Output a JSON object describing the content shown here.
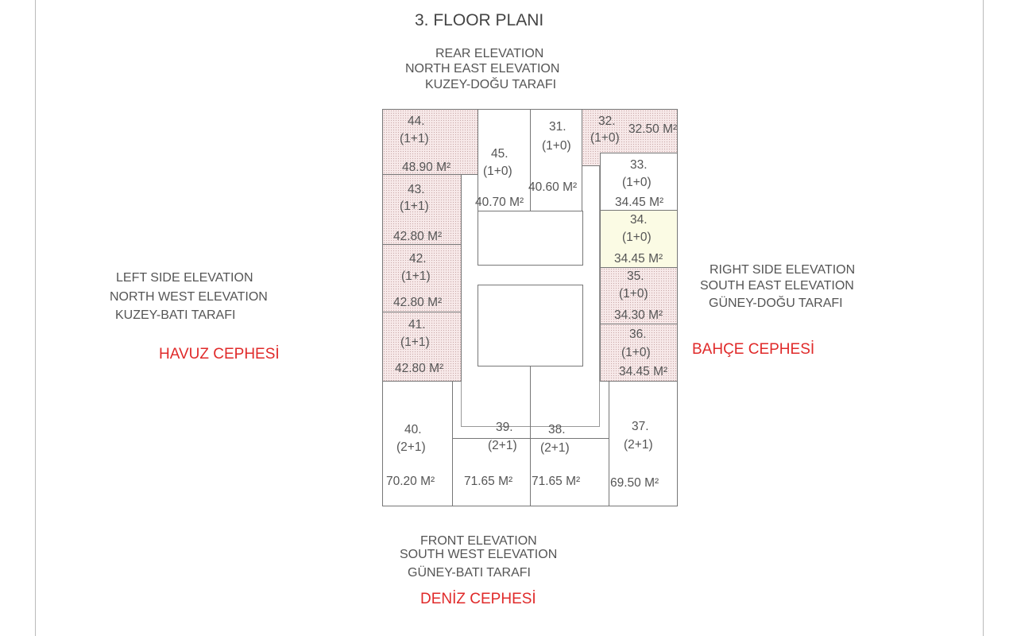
{
  "title": "3. FLOOR PLANI",
  "top": [
    "REAR ELEVATION",
    "NORTH EAST ELEVATION",
    "KUZEY-DOĞU TARAFI"
  ],
  "left": [
    "LEFT SIDE ELEVATION",
    "NORTH WEST ELEVATION",
    "KUZEY-BATI TARAFI"
  ],
  "left_red": "HAVUZ CEPHESİ",
  "right": [
    "RIGHT SIDE ELEVATION",
    "SOUTH EAST ELEVATION",
    "GÜNEY-DOĞU TARAFI"
  ],
  "right_red": "BAHÇE CEPHESİ",
  "bottom": [
    "FRONT ELEVATION",
    "SOUTH WEST ELEVATION",
    "GÜNEY-BATI TARAFI"
  ],
  "bottom_red": "DENİZ CEPHESİ",
  "colors": {
    "accent_red": "#e02a2a",
    "sold_fill": "#f7e9e9",
    "highlight_fill": "#fbfbe4"
  },
  "units": {
    "u44": {
      "no": "44.",
      "type": "(1+1)",
      "area": "48.90 M²"
    },
    "u45": {
      "no": "45.",
      "type": "(1+0)",
      "area": "40.70 M²"
    },
    "u31": {
      "no": "31.",
      "type": "(1+0)",
      "area": "40.60 M²"
    },
    "u32": {
      "no": "32.",
      "type": "(1+0)",
      "area": "32.50 M²"
    },
    "u33": {
      "no": "33.",
      "type": "(1+0)",
      "area": "34.45 M²"
    },
    "u34": {
      "no": "34.",
      "type": "(1+0)",
      "area": "34.45 M²"
    },
    "u35": {
      "no": "35.",
      "type": "(1+0)",
      "area": "34.30 M²"
    },
    "u36": {
      "no": "36.",
      "type": "(1+0)",
      "area": "34.45 M²"
    },
    "u43": {
      "no": "43.",
      "type": "(1+1)",
      "area": "42.80 M²"
    },
    "u42": {
      "no": "42.",
      "type": "(1+1)",
      "area": "42.80 M²"
    },
    "u41": {
      "no": "41.",
      "type": "(1+1)",
      "area": "42.80 M²"
    },
    "u40": {
      "no": "40.",
      "type": "(2+1)",
      "area": "70.20 M²"
    },
    "u39": {
      "no": "39.",
      "type": "(2+1)",
      "area": "71.65 M²"
    },
    "u38": {
      "no": "38.",
      "type": "(2+1)",
      "area": "71.65 M²"
    },
    "u37": {
      "no": "37.",
      "type": "(2+1)",
      "area": "69.50 M²"
    }
  }
}
